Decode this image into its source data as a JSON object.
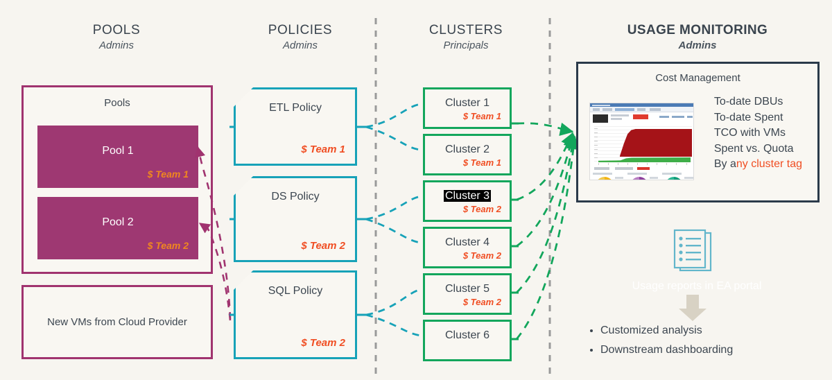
{
  "columns": [
    {
      "title": "POOLS",
      "subtitle": "Admins",
      "bold": false
    },
    {
      "title": "POLICIES",
      "subtitle": "Admins",
      "bold": false
    },
    {
      "title": "CLUSTERS",
      "subtitle": "Principals",
      "bold": false
    },
    {
      "title": "USAGE MONITORING",
      "subtitle": "Admins",
      "bold": true
    }
  ],
  "pools": {
    "group_label": "Pools",
    "items": [
      {
        "name": "Pool 1",
        "team": "$ Team 1"
      },
      {
        "name": "Pool 2",
        "team": "$ Team 2"
      }
    ],
    "vm_box_label": "New VMs from Cloud Provider"
  },
  "policies": [
    {
      "name": "ETL Policy",
      "team": "$ Team 1"
    },
    {
      "name": "DS Policy",
      "team": "$ Team 2"
    },
    {
      "name": "SQL Policy",
      "team": "$ Team 2"
    }
  ],
  "clusters": [
    {
      "name": "Cluster 1",
      "team": "$ Team 1",
      "highlighted": false
    },
    {
      "name": "Cluster 2",
      "team": "$ Team 1",
      "highlighted": false
    },
    {
      "name": "Cluster 3",
      "team": "$ Team 2",
      "highlighted": true
    },
    {
      "name": "Cluster 4",
      "team": "$ Team 2",
      "highlighted": false
    },
    {
      "name": "Cluster 5",
      "team": "$ Team 2",
      "highlighted": false
    },
    {
      "name": "Cluster 6",
      "team": "",
      "highlighted": false
    }
  ],
  "monitoring": {
    "panel_title": "Cost Management",
    "metrics": [
      "To-date DBUs",
      "To-date Spent",
      "TCO with VMs",
      "Spent vs. Quota"
    ],
    "last_metric_prefix": "By a",
    "last_metric_highlight": "ny cluster tag",
    "reports_caption": "Usage reports in EA portal",
    "outcomes": [
      "Customized analysis",
      "Downstream dashboarding"
    ]
  },
  "colors": {
    "background": "#f7f5f0",
    "pool_border": "#a0336f",
    "pool_fill": "#9e3872",
    "policy_border": "#17a2b8",
    "cluster_border": "#13a65c",
    "monitor_border": "#2b3a4a",
    "team_orange": "#f04e23",
    "pool_team_orange": "#f0871f",
    "divider_gray": "#9a9a9a",
    "icon_teal": "#62b6cb",
    "arrow_beige": "#d8d2c4"
  }
}
